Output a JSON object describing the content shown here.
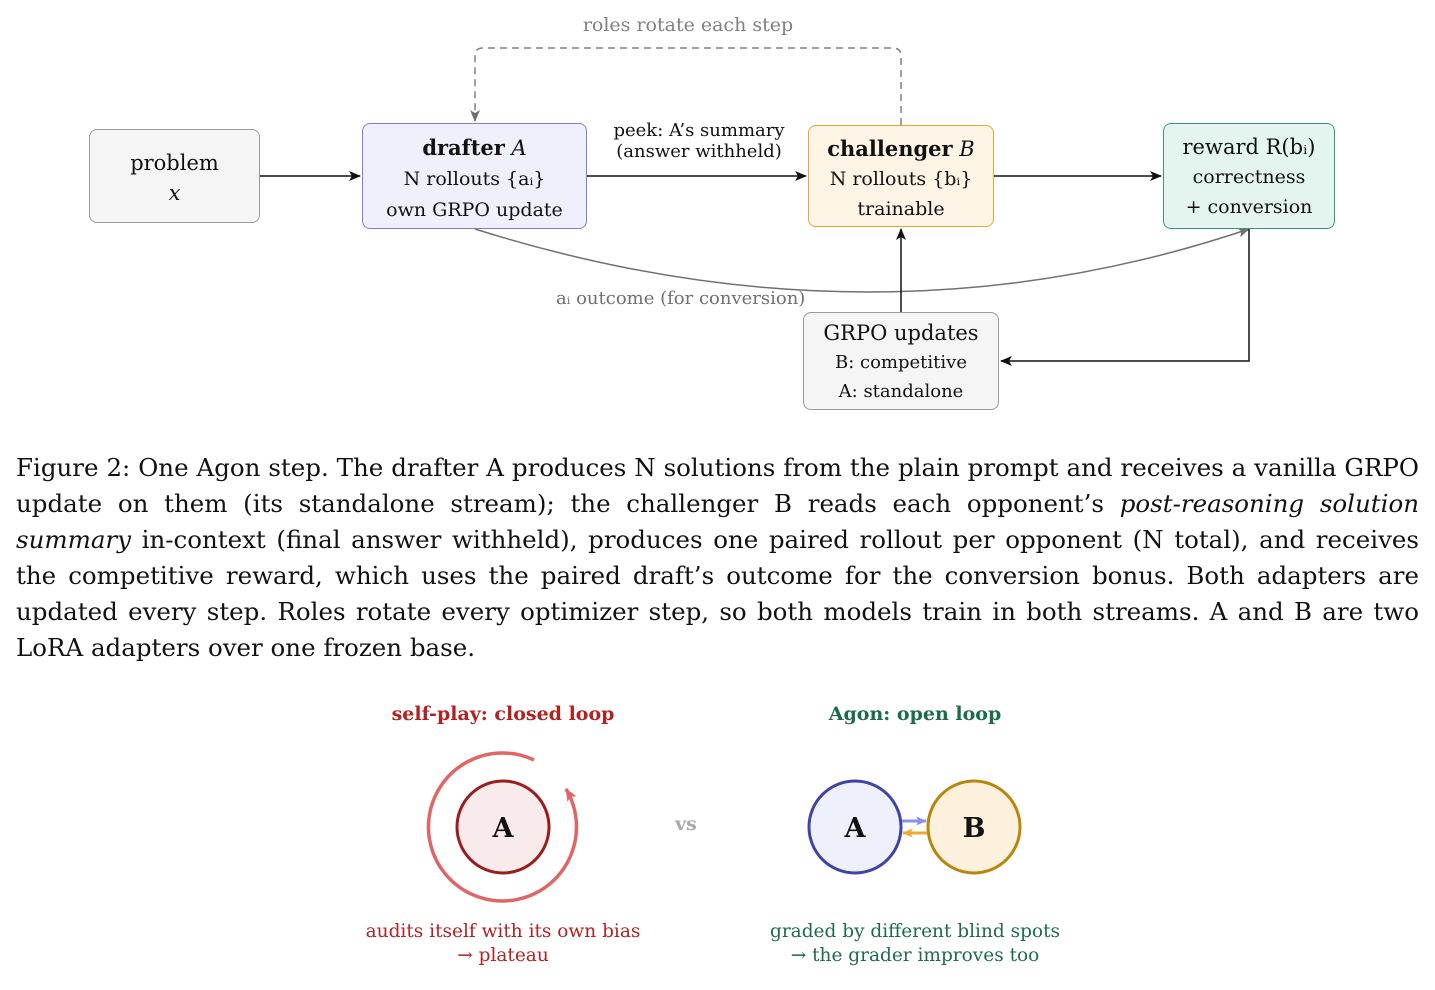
{
  "diagram": {
    "labels": {
      "roles": "roles rotate each step",
      "peek_line1": "peek: A’s summary",
      "peek_line2": "(answer withheld)",
      "outcome": "aᵢ outcome (for conversion)"
    },
    "nodes": {
      "problem": {
        "line1": "problem",
        "line2": "x"
      },
      "drafter": {
        "title": "drafter",
        "var": "A",
        "line2": "N rollouts {aᵢ}",
        "line3": "own GRPO update"
      },
      "challenger": {
        "title": "challenger",
        "var": "B",
        "line2": "N rollouts {bᵢ}",
        "line3": "trainable"
      },
      "reward": {
        "line1": "reward R(bᵢ)",
        "line2": "correctness",
        "line3": "+ conversion"
      },
      "grpo": {
        "line1": "GRPO updates",
        "line2": "B: competitive",
        "line3": "A: standalone"
      }
    }
  },
  "caption": {
    "p1": "Figure 2: One Agon step. The drafter A produces N solutions from the plain prompt and receives a vanilla GRPO update on them (its standalone stream); the challenger B reads each opponent’s ",
    "em": "post-reasoning solution summary",
    "p2": " in-context (final answer withheld), produces one paired rollout per opponent (N total), and receives the competitive reward, which uses the paired draft’s outcome for the conversion bonus. Both adapters are updated every step. Roles rotate every optimizer step, so both models train in both streams. A and B are two LoRA adapters over one frozen base."
  },
  "panels": {
    "selfplay": {
      "title": "self-play: closed loop",
      "node": "A",
      "foot1": "audits itself with its own bias",
      "foot2": "→ plateau"
    },
    "vs": "vs",
    "agon": {
      "title": "Agon: open loop",
      "nodeA": "A",
      "nodeB": "B",
      "foot1": "graded by different blind spots",
      "foot2": "→ the grader improves too"
    }
  },
  "colors": {
    "selfplay": "#b22222",
    "agon": "#1d6b4a",
    "drafter_border": "#7a80d8",
    "challenger_border": "#e8a531",
    "reward_border": "#3b9a6f",
    "circleA_stroke": "#3f43a8",
    "circleB_stroke": "#b8860b"
  }
}
